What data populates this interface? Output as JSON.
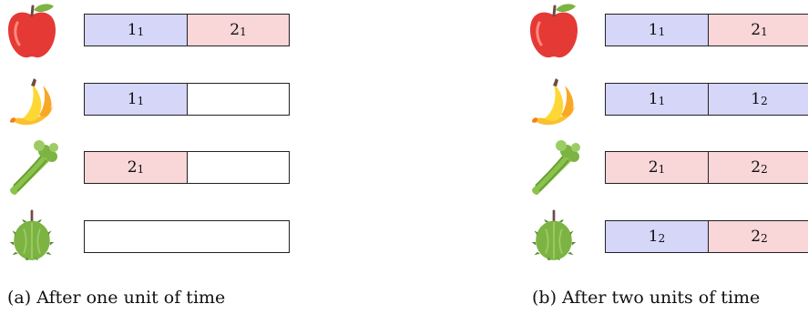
{
  "icons": {
    "apple": "red-apple-icon",
    "banana": "banana-icon",
    "celery": "celery-icon",
    "durian": "durian-icon"
  },
  "colors": {
    "process1": "#d5d6f8",
    "process2": "#f9d6d8"
  },
  "panels": [
    {
      "caption": "(a) After one unit of time",
      "rows": [
        {
          "cells": [
            {
              "main": "1",
              "sub": "1",
              "color": "blue"
            },
            {
              "main": "2",
              "sub": "1",
              "color": "pink"
            }
          ]
        },
        {
          "cells": [
            {
              "main": "1",
              "sub": "1",
              "color": "blue"
            },
            {
              "main": "",
              "sub": "",
              "color": "empty"
            }
          ]
        },
        {
          "cells": [
            {
              "main": "2",
              "sub": "1",
              "color": "pink"
            },
            {
              "main": "",
              "sub": "",
              "color": "empty"
            }
          ]
        },
        {
          "cells": []
        }
      ]
    },
    {
      "caption": "(b) After two units of time",
      "rows": [
        {
          "cells": [
            {
              "main": "1",
              "sub": "1",
              "color": "blue"
            },
            {
              "main": "2",
              "sub": "1",
              "color": "pink"
            }
          ]
        },
        {
          "cells": [
            {
              "main": "1",
              "sub": "1",
              "color": "blue"
            },
            {
              "main": "1",
              "sub": "2",
              "color": "blue"
            }
          ]
        },
        {
          "cells": [
            {
              "main": "2",
              "sub": "1",
              "color": "pink"
            },
            {
              "main": "2",
              "sub": "2",
              "color": "pink"
            }
          ]
        },
        {
          "cells": [
            {
              "main": "1",
              "sub": "2",
              "color": "blue"
            },
            {
              "main": "2",
              "sub": "2",
              "color": "pink"
            }
          ]
        }
      ]
    }
  ]
}
